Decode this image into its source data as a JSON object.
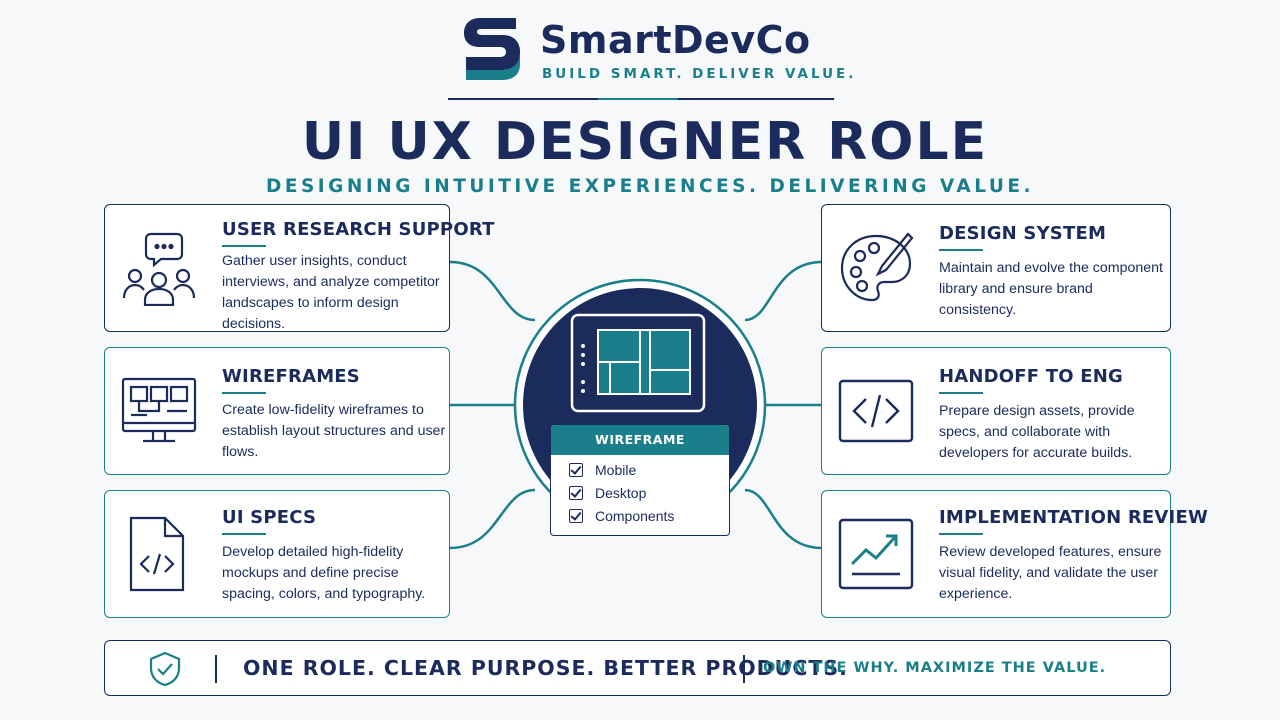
{
  "brand": {
    "name": "SmartDevCo",
    "tagline": "BUILD SMART. DELIVER VALUE.",
    "logo_icon": "s-logo-icon"
  },
  "header": {
    "title": "UI UX DESIGNER ROLE",
    "subtitle": "DESIGNING INTUITIVE EXPERIENCES. DELIVERING VALUE."
  },
  "left_cards": [
    {
      "title": "USER RESEARCH SUPPORT",
      "description": "Gather user insights, conduct interviews, and analyze competitor landscapes to inform design decisions.",
      "icon": "user-research-icon"
    },
    {
      "title": "WIREFRAMES",
      "description": "Create low-fidelity wireframes to establish layout structures and user flows.",
      "icon": "wireframe-monitor-icon"
    },
    {
      "title": "UI SPECS",
      "description": "Develop detailed high-fidelity mockups and define precise spacing, colors, and typography.",
      "icon": "code-file-icon"
    }
  ],
  "right_cards": [
    {
      "title": "DESIGN SYSTEM",
      "description": "Maintain and evolve the component library and ensure brand consistency.",
      "icon": "palette-icon"
    },
    {
      "title": "HANDOFF TO ENG",
      "description": "Prepare design assets, provide specs, and collaborate with developers for accurate builds.",
      "icon": "code-brackets-icon"
    },
    {
      "title": "IMPLEMENTATION REVIEW",
      "description": "Review developed features, ensure visual fidelity, and validate the user experience.",
      "icon": "trend-chart-icon"
    }
  ],
  "center": {
    "panel_title": "WIREFRAME PROTOTYPE",
    "items": [
      "Mobile",
      "Desktop",
      "Components"
    ],
    "icon": "tablet-wireframe-icon"
  },
  "footer": {
    "main": "ONE ROLE. CLEAR PURPOSE. BETTER PRODUCTS.",
    "side": "OWN THE WHY. MAXIMIZE THE VALUE.",
    "icon": "shield-check-icon"
  },
  "colors": {
    "navy": "#1a2b5c",
    "teal": "#1a7f8a",
    "background": "#f7f8fa"
  }
}
